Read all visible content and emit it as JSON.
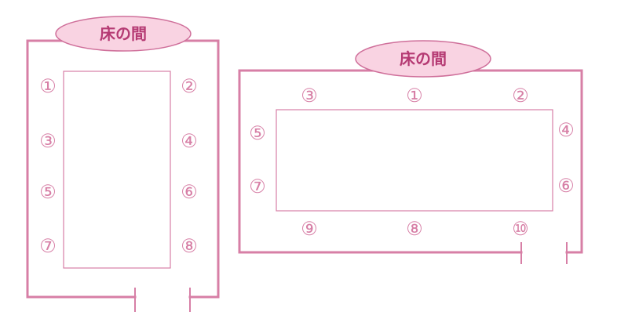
{
  "colors": {
    "line": "#d77fa6",
    "oval_fill": "#f9d3e2",
    "oval_stroke": "#cf6f9a",
    "oval_text": "#b53a73",
    "seat_text": "#d77fa6"
  },
  "layouts": [
    {
      "name": "vertical-table",
      "alcove_label": "床の間",
      "seats": [
        {
          "label": "①"
        },
        {
          "label": "②"
        },
        {
          "label": "③"
        },
        {
          "label": "④"
        },
        {
          "label": "⑤"
        },
        {
          "label": "⑥"
        },
        {
          "label": "⑦"
        },
        {
          "label": "⑧"
        }
      ]
    },
    {
      "name": "horizontal-table",
      "alcove_label": "床の間",
      "seats": [
        {
          "label": "③"
        },
        {
          "label": "①"
        },
        {
          "label": "②"
        },
        {
          "label": "⑤"
        },
        {
          "label": "④"
        },
        {
          "label": "⑦"
        },
        {
          "label": "⑥"
        },
        {
          "label": "⑨"
        },
        {
          "label": "⑧"
        },
        {
          "label": "⑩"
        }
      ]
    }
  ]
}
